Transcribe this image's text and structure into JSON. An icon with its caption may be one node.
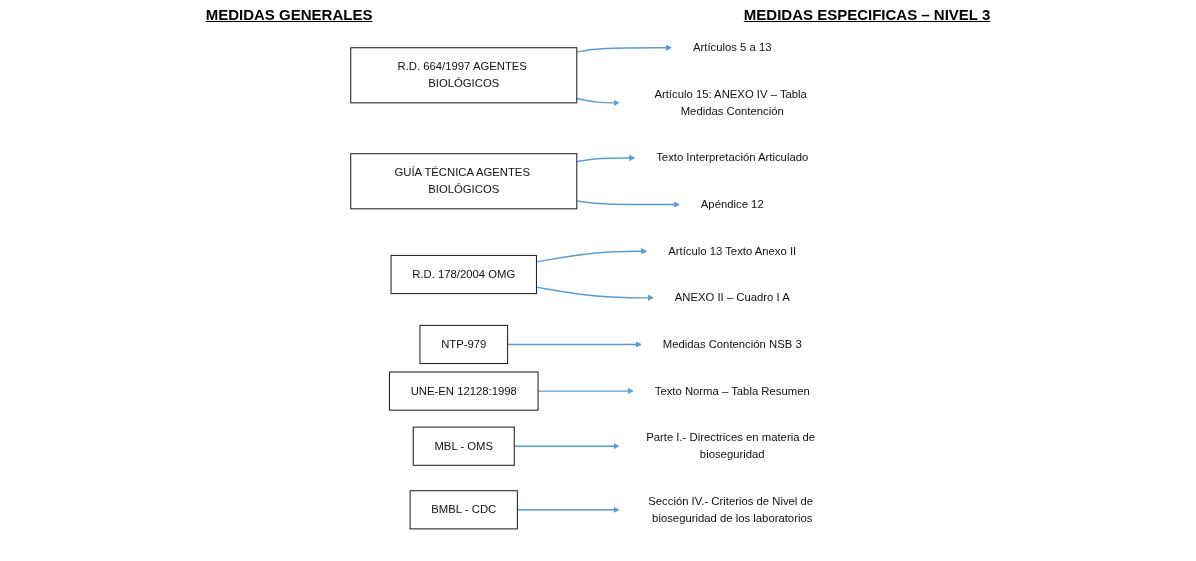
{
  "diagram": {
    "nodes": [
      {
        "text": [
          "Artículos 5 a 13"
        ]
      },
      {
        "text": [
          "R.D. 664/1997 AGENTES BIOLÓGICOS"
        ]
      },
      {
        "text": [
          "Artículo 15: ANEXO IV – Tabla Medidas Contención"
        ]
      },
      {
        "text": [
          "Texto Interpretación Articulado"
        ]
      },
      {
        "text": [
          "GUÍA TÉCNICA AGENTES BIOLÓGICOS"
        ]
      },
      {
        "text": [
          "Apéndice 12"
        ]
      },
      {
        "text": [
          "Artículo 13 Texto Anexo II"
        ]
      },
      {
        "text": [
          "R.D. 178/2004 OMG"
        ]
      },
      {
        "text": [
          "ANEXO II – Cuadro I A"
        ]
      },
      {
        "text": [
          "NTP-979"
        ]
      },
      {
        "text": [
          "Medidas Contención NSB 3"
        ]
      },
      {
        "text": [
          "UNE-EN 12128:1998"
        ]
      },
      {
        "text": [
          "Texto Norma – Tabla Resumen"
        ]
      },
      {
        "text": [
          "MBL - OMS"
        ]
      },
      {
        "text": [
          "Parte I.- Directrices en materia de bioseguridad"
        ]
      },
      {
        "text": [
          "BMBL - CDC"
        ]
      },
      {
        "text": [
          "Sección IV.- Criterios de Nivel de bioseguridad de los laboratorios"
        ]
      }
    ],
    "edges": [
      {
        "from": 1,
        "to": 0,
        "arrow": "to"
      },
      {
        "from": 1,
        "to": 2,
        "arrow": "to"
      },
      {
        "from": 4,
        "to": 3,
        "arrow": "to"
      },
      {
        "from": 4,
        "to": 5,
        "arrow": "to"
      },
      {
        "from": 7,
        "to": 6,
        "arrow": "to"
      },
      {
        "from": 7,
        "to": 8,
        "arrow": "to"
      },
      {
        "from": 9,
        "to": 10,
        "arrow": "to"
      },
      {
        "from": 11,
        "to": 12,
        "arrow": "to"
      },
      {
        "from": 13,
        "to": 14,
        "arrow": "to"
      },
      {
        "from": 15,
        "to": 16,
        "arrow": "to"
      }
    ],
    "labels": [
      "MEDIDAS GENERALES",
      "MEDIDAS ESPECIFICAS – NIVEL 3"
    ]
  }
}
